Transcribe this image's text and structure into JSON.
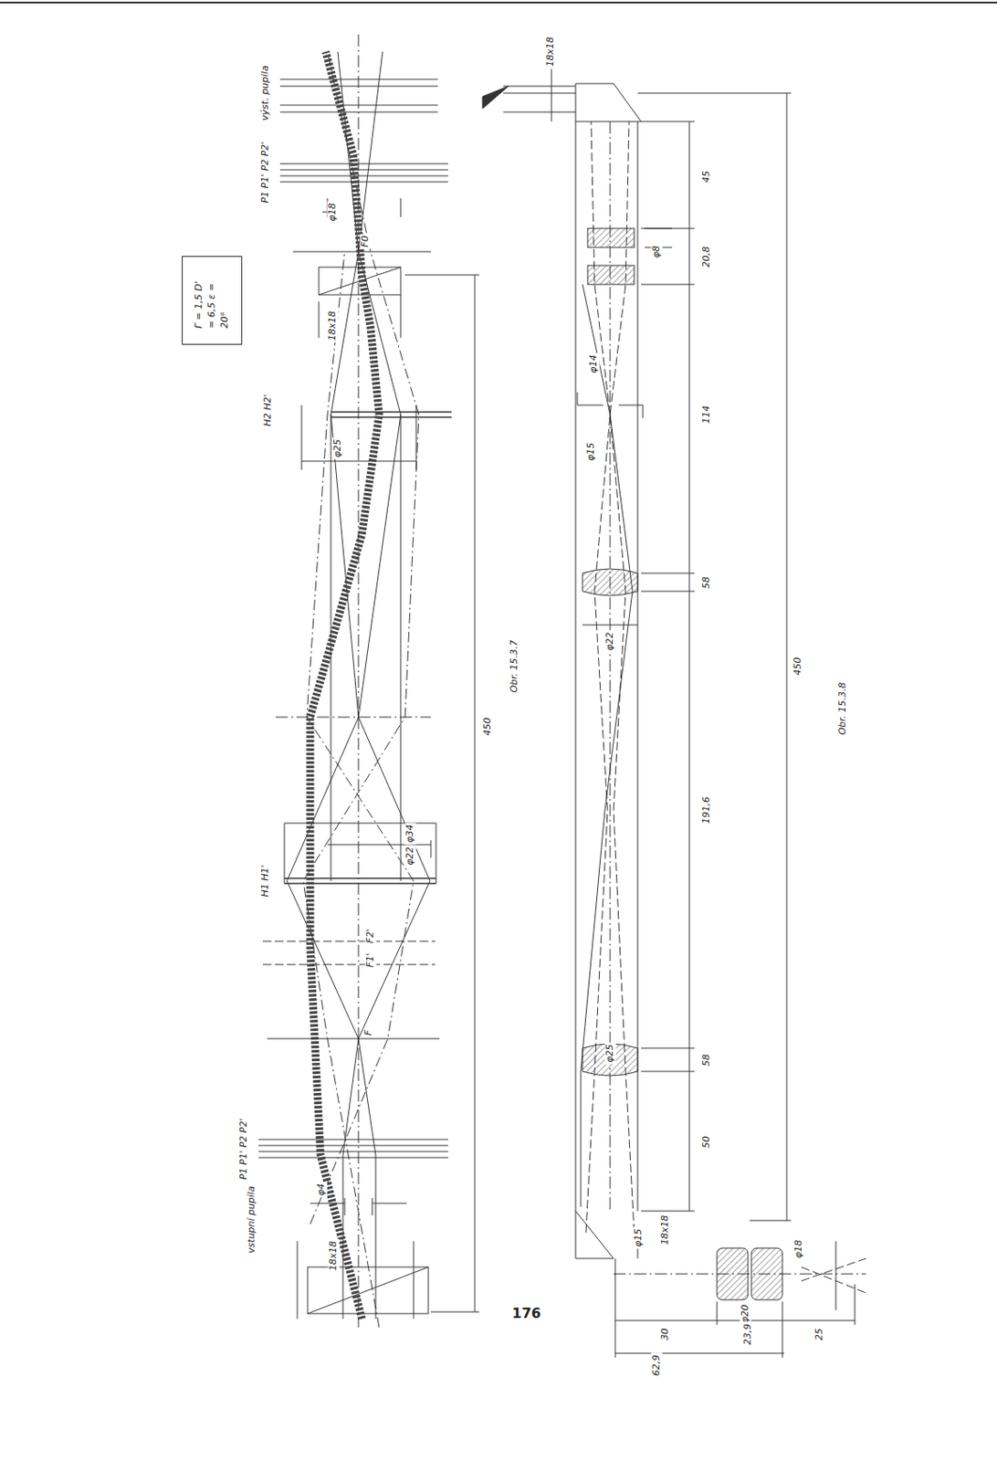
{
  "diagram": {
    "nodes": [
      {
        "text": [
          "Γ = 1,5 D' = 6,5 ε = 20°"
        ]
      }
    ],
    "labels": [
      "výst. pupila",
      "P1 P1' P2 P2'",
      "φ18",
      "F0",
      "18x18",
      "H2 H2'",
      "φ25",
      "450",
      "Obr. 15.3.7",
      "φ34",
      "φ22",
      "H1 H1'",
      "F2'",
      "F1'",
      "F",
      "P1 P1' P2 P2'",
      "φ4",
      "vstupní pupila",
      "18x18",
      "18x18",
      "45",
      "φ8",
      "20,8",
      "φ14",
      "114",
      "φ15",
      "58",
      "φ22",
      "450",
      "Obr. 15.3.8",
      "191,6",
      "φ25",
      "58",
      "50",
      "φ15",
      "18x18",
      "φ18",
      "φ20",
      "30",
      "23,9",
      "25",
      "62,9",
      "176"
    ]
  }
}
